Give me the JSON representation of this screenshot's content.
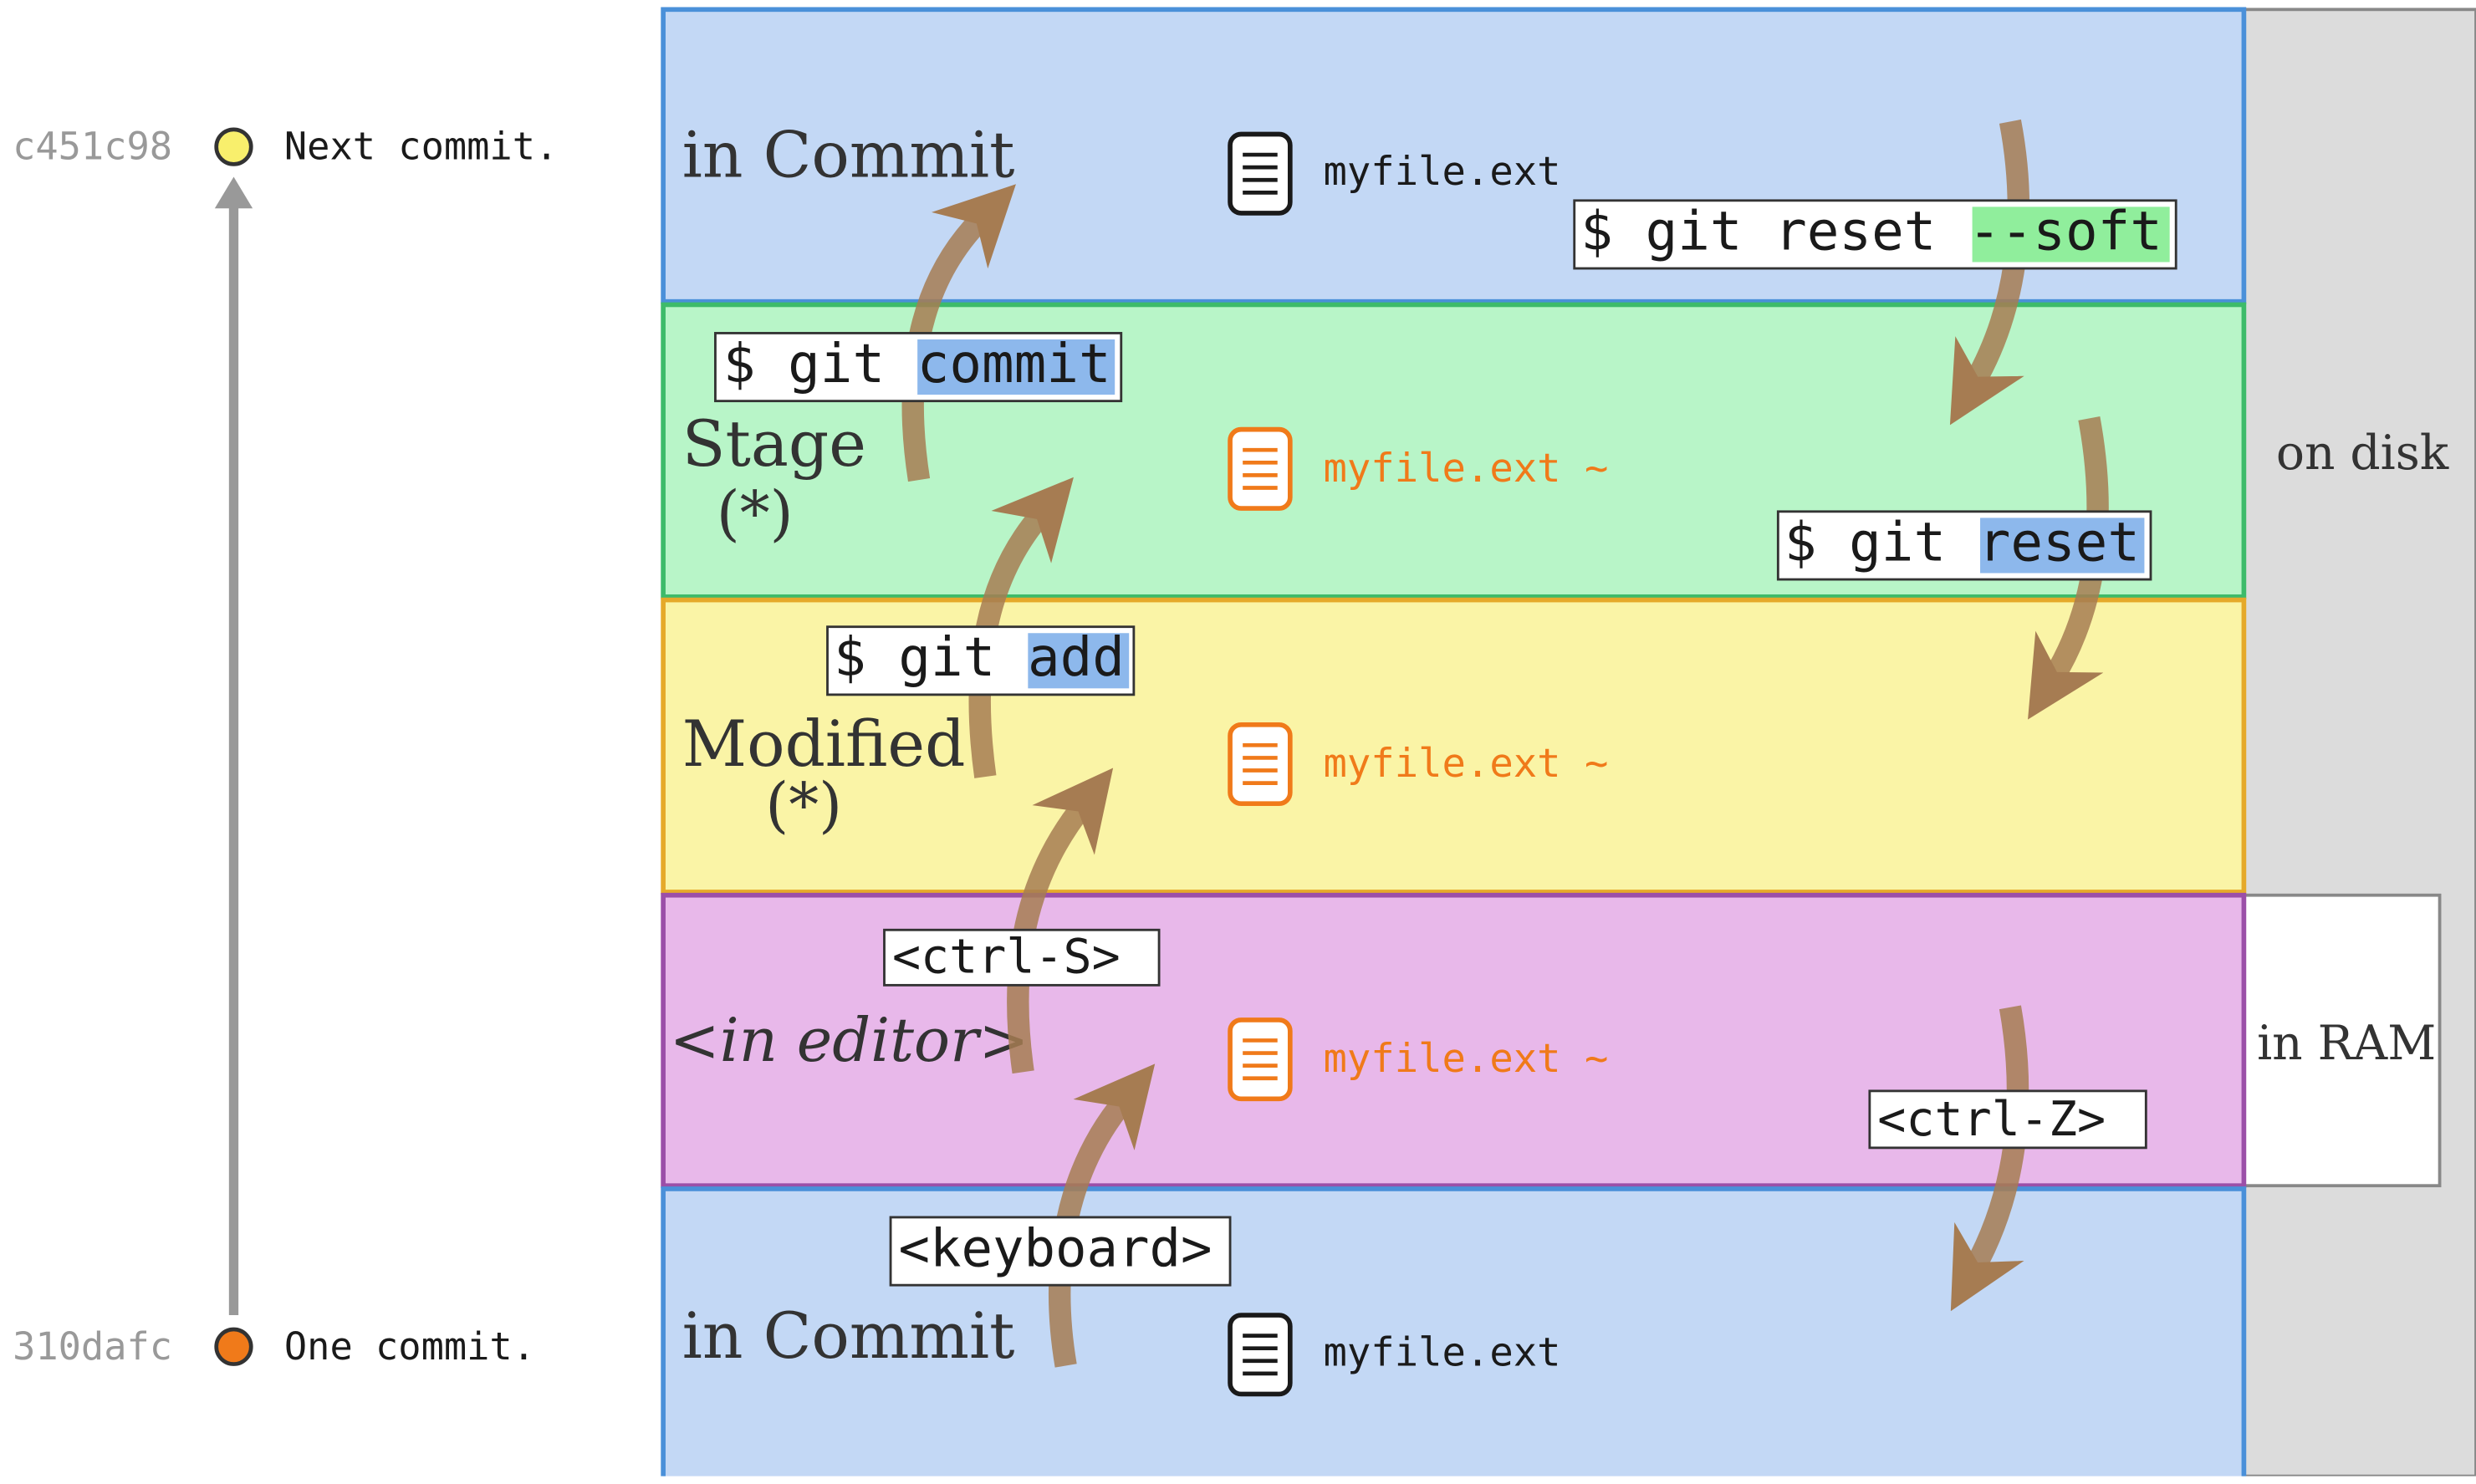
{
  "colors": {
    "commit_band": "#c3d8f5",
    "commit_border": "#4a90d9",
    "stage_band": "#b8f5c8",
    "stage_border": "#3dbb6a",
    "modified_band": "#faf4a6",
    "modified_border": "#e5a92a",
    "editor_band": "#e8b8ea",
    "editor_border": "#9b4fa8",
    "disk_column": "#dcdcdc",
    "arrow": "#a67c52",
    "highlight_blue": "#8db8ec",
    "highlight_green": "#90ee9c",
    "file_orange": "#f07a1a",
    "file_black": "#1a1a1a",
    "commit_yellow": "#f8ef6c",
    "commit_orange": "#f07a1a",
    "history_line": "#999999"
  },
  "history": {
    "top_commit": {
      "hash": "c451c98",
      "message": "Next commit."
    },
    "bottom_commit": {
      "hash": "310dafc",
      "message": "One commit."
    }
  },
  "bands": {
    "commit_top": {
      "title": "in Commit",
      "file": "myfile.ext"
    },
    "stage": {
      "title": "Stage",
      "marker": "(*)",
      "file": "myfile.ext ~"
    },
    "modified": {
      "title": "Modified",
      "marker": "(*)",
      "file": "myfile.ext ~"
    },
    "editor": {
      "title": "<in editor>",
      "file": "myfile.ext ~"
    },
    "commit_bottom": {
      "title": "in Commit",
      "file": "myfile.ext"
    }
  },
  "storage": {
    "disk_label": "on disk",
    "ram_label": "in RAM"
  },
  "commands": {
    "commit": {
      "prefix": "$ git ",
      "keyword": "commit"
    },
    "add": {
      "prefix": "$ git ",
      "keyword": "add"
    },
    "reset_soft": {
      "prefix": "$ git reset ",
      "keyword": "--soft"
    },
    "reset": {
      "prefix": "$ git ",
      "keyword": "reset"
    },
    "save": "<ctrl-S>",
    "undo": "<ctrl-Z>",
    "keyboard": "<keyboard>"
  }
}
